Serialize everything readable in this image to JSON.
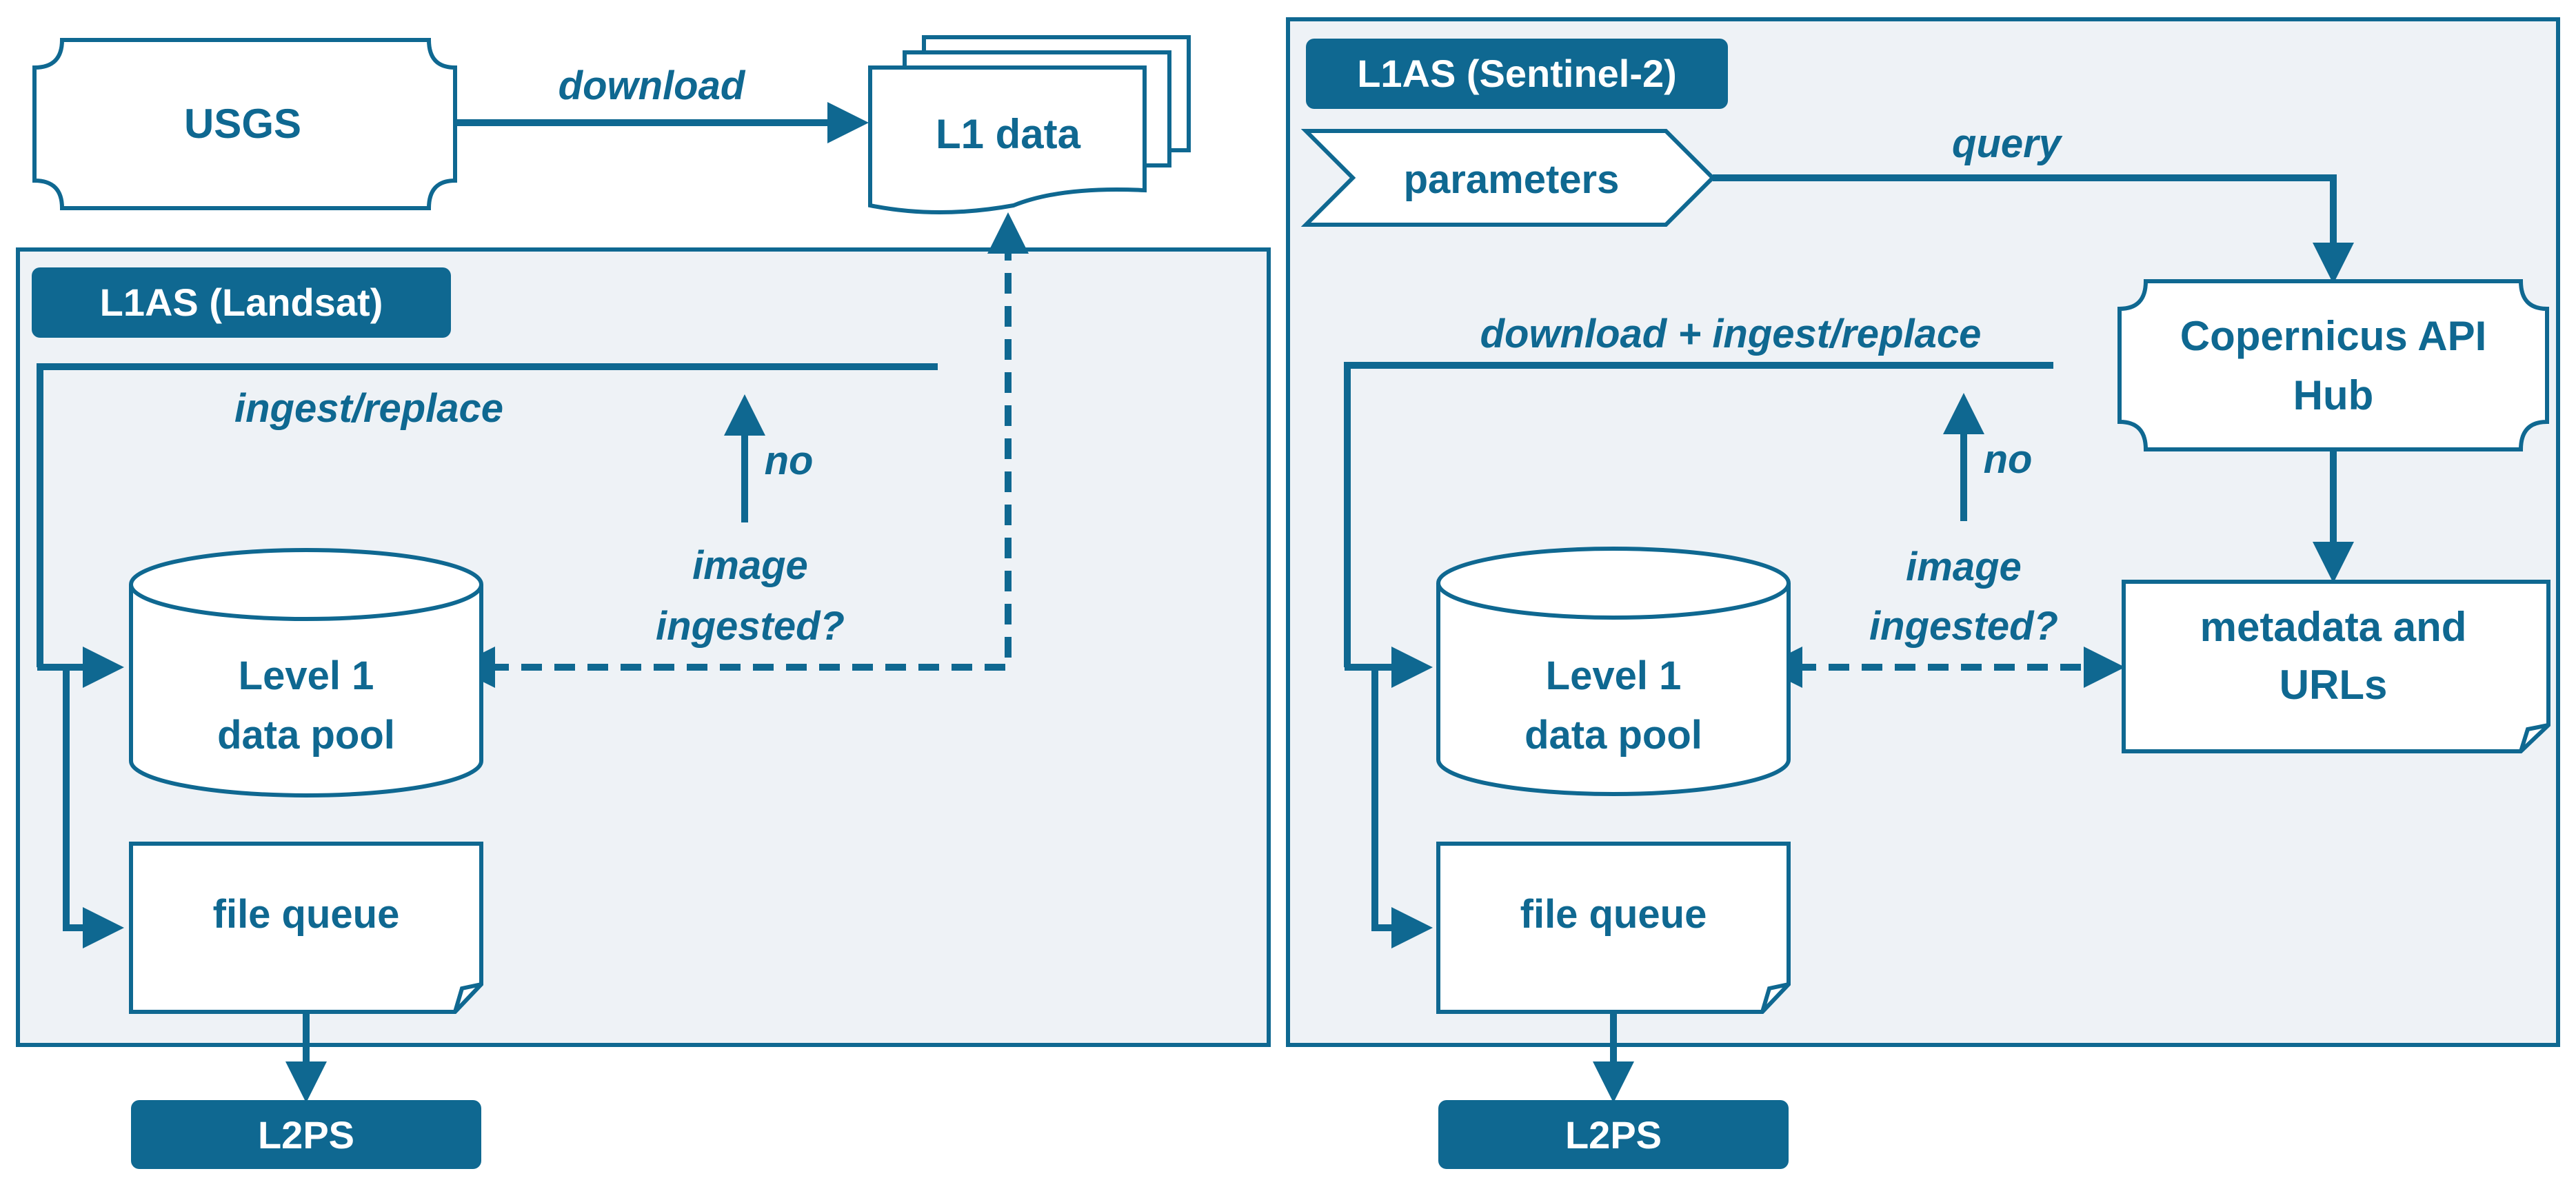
{
  "left_panel": {
    "title": "L1AS (Landsat)",
    "source": "USGS",
    "download_label": "download",
    "l1_data": "L1 data",
    "ingest_label": "ingest/replace",
    "no_label": "no",
    "decision_line1": "image",
    "decision_line2": "ingested?",
    "pool_line1": "Level 1",
    "pool_line2": "data pool",
    "queue": "file queue",
    "output": "L2PS"
  },
  "right_panel": {
    "title": "L1AS (Sentinel-2)",
    "parameters": "parameters",
    "query_label": "query",
    "hub_line1": "Copernicus API",
    "hub_line2": "Hub",
    "ingest_label": "download + ingest/replace",
    "no_label": "no",
    "decision_line1": "image",
    "decision_line2": "ingested?",
    "pool_line1": "Level 1",
    "pool_line2": "data pool",
    "meta_line1": "metadata and",
    "meta_line2": "URLs",
    "queue": "file queue",
    "output": "L2PS"
  },
  "colors": {
    "primary": "#0f6891",
    "panel_bg": "#eef2f6",
    "white": "#ffffff"
  }
}
